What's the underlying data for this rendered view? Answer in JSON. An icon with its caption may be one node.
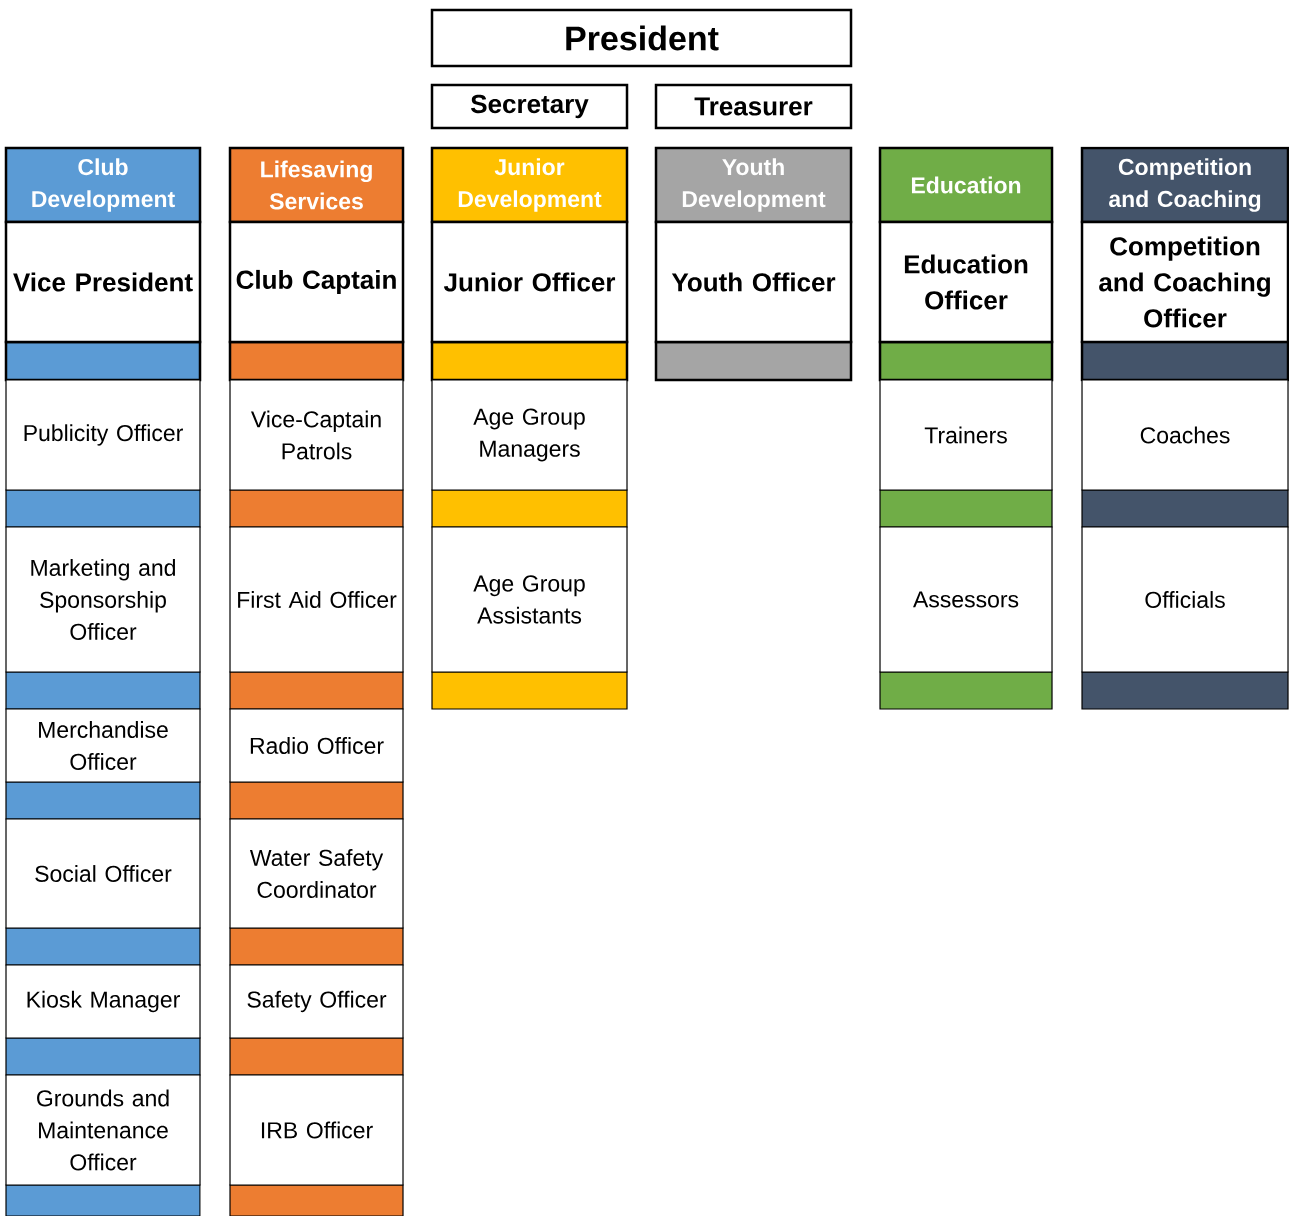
{
  "diagram": {
    "nodes": [
      {
        "text": [
          "President"
        ]
      },
      {
        "text": [
          "Secretary"
        ]
      },
      {
        "text": [
          "Treasurer"
        ]
      },
      {
        "text": [
          "Club Development"
        ]
      },
      {
        "text": [
          "Vice President"
        ]
      },
      {
        "text": [
          "Publicity Officer"
        ]
      },
      {
        "text": [
          "Marketing and Sponsorship Officer"
        ]
      },
      {
        "text": [
          "Merchandise Officer"
        ]
      },
      {
        "text": [
          "Social Officer"
        ]
      },
      {
        "text": [
          "Kiosk Manager"
        ]
      },
      {
        "text": [
          "Grounds and Maintenance Officer"
        ]
      },
      {
        "text": [
          "Lifesaving Services"
        ]
      },
      {
        "text": [
          "Club Captain"
        ]
      },
      {
        "text": [
          "Vice-Captain Patrols"
        ]
      },
      {
        "text": [
          "First Aid Officer"
        ]
      },
      {
        "text": [
          "Radio Officer"
        ]
      },
      {
        "text": [
          "Water Safety Coordinator"
        ]
      },
      {
        "text": [
          "Safety Officer"
        ]
      },
      {
        "text": [
          "IRB Officer"
        ]
      },
      {
        "text": [
          "Junior Development"
        ]
      },
      {
        "text": [
          "Junior Officer"
        ]
      },
      {
        "text": [
          "Age Group Managers"
        ]
      },
      {
        "text": [
          "Age Group Assistants"
        ]
      },
      {
        "text": [
          "Youth Development"
        ]
      },
      {
        "text": [
          "Youth Officer"
        ]
      },
      {
        "text": [
          "Education"
        ]
      },
      {
        "text": [
          "Education Officer"
        ]
      },
      {
        "text": [
          "Trainers"
        ]
      },
      {
        "text": [
          "Assessors"
        ]
      },
      {
        "text": [
          "Competition and Coaching"
        ]
      },
      {
        "text": [
          "Competition and Coaching Officer"
        ]
      },
      {
        "text": [
          "Coaches"
        ]
      },
      {
        "text": [
          "Officials"
        ]
      }
    ],
    "edges": []
  }
}
